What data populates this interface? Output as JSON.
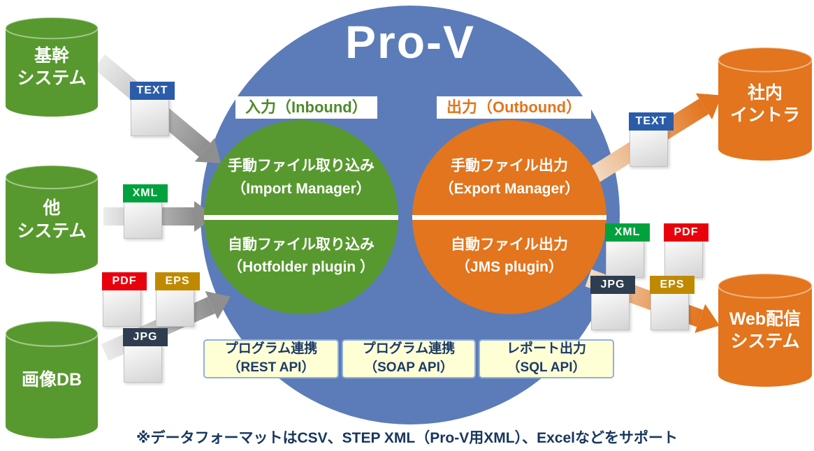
{
  "title": "Pro-V",
  "colors": {
    "main_circle": "#5b7cb8",
    "inbound_green": "#58992f",
    "outbound_orange": "#e2751d",
    "badge_text": "#2b5caa",
    "badge_xml": "#00a23e",
    "badge_pdf": "#e8000d",
    "badge_eps": "#bf8a00",
    "badge_jpg": "#2e3d4f",
    "note_text": "#17365d",
    "api_box_bg": "#ffffd6"
  },
  "inbound": {
    "header": "入力（Inbound）",
    "manual": {
      "line1": "手動ファイル取り込み",
      "line2": "（Import Manager）"
    },
    "auto": {
      "line1": "自動ファイル取り込み",
      "line2": "（Hotfolder plugin ）"
    }
  },
  "outbound": {
    "header": "出力（Outbound）",
    "manual": {
      "line1": "手動ファイル出力",
      "line2": "（Export Manager）"
    },
    "auto": {
      "line1": "自動ファイル出力",
      "line2": "（JMS plugin）"
    }
  },
  "sources": [
    {
      "line1": "基幹",
      "line2": "システム"
    },
    {
      "line1": "他",
      "line2": "システム"
    },
    {
      "line1": "画像DB",
      "line2": ""
    }
  ],
  "destinations": [
    {
      "line1": "社内",
      "line2": "イントラ"
    },
    {
      "line1": "Web配信",
      "line2": "システム"
    }
  ],
  "badges": {
    "left_text": "TEXT",
    "left_xml": "XML",
    "left_pdf": "PDF",
    "left_eps": "EPS",
    "left_jpg": "JPG",
    "right_text": "TEXT",
    "right_xml": "XML",
    "right_pdf": "PDF",
    "right_jpg": "JPG",
    "right_eps": "EPS"
  },
  "api_boxes": [
    {
      "line1": "プログラム連携",
      "line2": "（REST API）"
    },
    {
      "line1": "プログラム連携",
      "line2": "（SOAP API）"
    },
    {
      "line1": "レポート出力",
      "line2": "（SQL API）"
    }
  ],
  "footnote": "※データフォーマットはCSV、STEP XML（Pro-V用XML）、Excelなどをサポート"
}
